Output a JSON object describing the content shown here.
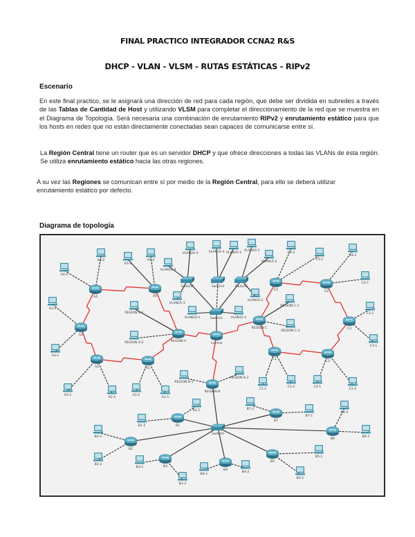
{
  "document": {
    "title": "FINAL PRACTICO INTEGRADOR CCNA2 R&S",
    "subtitle": "DHCP - VLAN - VLSM - RUTAS ESTÁTICAS - RIPv2"
  },
  "scenario": {
    "heading": "Escenario",
    "p1": {
      "s1": "En este final practico, se le asignará una dirección de red para cada región, que debe ser dividida en subredes a través de las ",
      "b1": "Tablas de Cantidad de Host",
      "s2": " y utilizando ",
      "b2": "VLSM",
      "s3": " para completar el direccionamiento de la red que se muestra en el Diagrama de Topología. Será necesaria una combinación de enrutamiento ",
      "b3": "RIPv2",
      "s4": " y ",
      "b4": "enrutamiento estático",
      "s5": " para que los hosts en redes que no están directamente conectadas sean capaces de comunicarse entre sí."
    },
    "p2": {
      "s1": "La ",
      "b1": "Región Central",
      "s2": " tiene un router que es un servidor ",
      "b2": "DHCP",
      "s3": " y que ofrece direcciones a todas las VLANs de ésta región. Se utiliza ",
      "b3": "enrutamiento estático",
      "s4": " hacia las otras regiones."
    },
    "p3": {
      "s1": "A su vez las ",
      "b1": "Regiones",
      "s2": " se comunican entre sí por medio de la ",
      "b2": "Región Central",
      "s3": ", para ello se deberá utilizar enrutamiento estático por defecto."
    }
  },
  "diagram": {
    "heading": "Diagrama de topología",
    "colors": {
      "serial_link": "#e0302c",
      "ethernet_link": "#2a2a2a",
      "device": "#3f8ea6",
      "background": "#f2f2f2"
    },
    "routers": [
      {
        "id": "A4",
        "label": "A4"
      },
      {
        "id": "A5",
        "label": "A5"
      },
      {
        "id": "A3",
        "label": "A3"
      },
      {
        "id": "A2",
        "label": "A2"
      },
      {
        "id": "A1",
        "label": "A1"
      },
      {
        "id": "RA",
        "label": "REGION A"
      },
      {
        "id": "CEN",
        "label": "Central"
      },
      {
        "id": "RB",
        "label": "REGION B"
      },
      {
        "id": "RC",
        "label": "REGION C"
      },
      {
        "id": "C5",
        "label": "C5"
      },
      {
        "id": "C4",
        "label": "C4"
      },
      {
        "id": "C3",
        "label": "C3"
      },
      {
        "id": "C2",
        "label": "C2"
      },
      {
        "id": "C1",
        "label": "C1"
      },
      {
        "id": "B1",
        "label": "B1"
      },
      {
        "id": "B2",
        "label": "B2"
      },
      {
        "id": "B3",
        "label": "B3"
      },
      {
        "id": "B4",
        "label": "B4"
      },
      {
        "id": "B5",
        "label": "B5"
      },
      {
        "id": "B6",
        "label": "B6"
      },
      {
        "id": "B7",
        "label": "B7"
      }
    ],
    "switches": [
      {
        "id": "SW4",
        "label": "Switch4"
      },
      {
        "id": "SW3",
        "label": "Switch3"
      },
      {
        "id": "SW5",
        "label": "Switch5"
      },
      {
        "id": "SW1",
        "label": "Switch1"
      },
      {
        "id": "SW0",
        "label": "Switch0"
      }
    ],
    "pcs": [
      "A4-1",
      "A4-2",
      "A5-1",
      "A5-2",
      "A3-1",
      "A3-2",
      "A2-1",
      "A2-2",
      "A1-1",
      "A1-2",
      "REGION A-1",
      "REGION A-2",
      "VLAN20-3",
      "VLAN10-4",
      "VLAN15-3",
      "VLAN10-3",
      "VLAN20-2",
      "VLAN20-1",
      "VLAN15-2",
      "VLAN10-2",
      "VLAN10-1",
      "VLAN15-1",
      "REGION B-1",
      "REGION B-2",
      "REGION C-1",
      "REGION C-2",
      "C5-2",
      "C5-1",
      "C4-2",
      "C4-1",
      "C3-2",
      "C3-1",
      "C2-1",
      "C2-2",
      "C1-1",
      "C1-2",
      "B1-1",
      "B1-2",
      "B2-1",
      "B2-2",
      "B3-1",
      "B3-2",
      "B4-1",
      "B4-2",
      "B5-1",
      "B5-2",
      "B6-1",
      "B6-2",
      "B7-1",
      "B7-2"
    ]
  }
}
